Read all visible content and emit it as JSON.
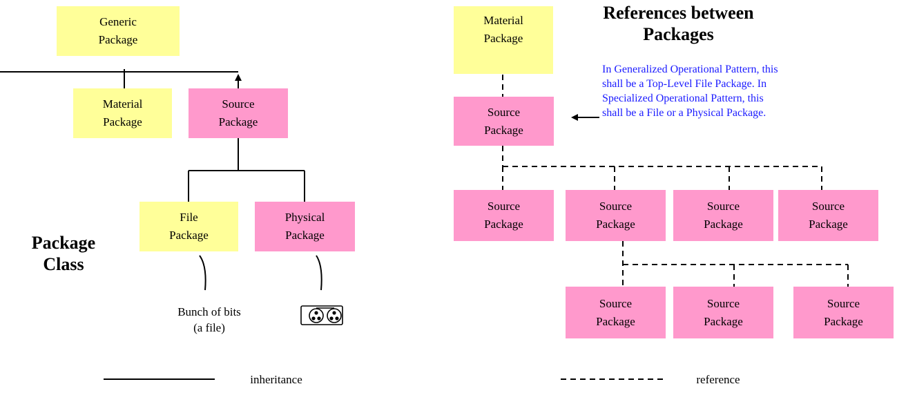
{
  "left_panel": {
    "title": "Package\nClass",
    "generic_package": "Generic\nPackage",
    "material_package": "Material\nPackage",
    "source_package": "Source\nPackage",
    "file_package": "File\nPackage",
    "physical_package": "Physical\nPackage",
    "file_caption": "Bunch of bits\n(a file)",
    "tape_icon": "tape-reel-icon"
  },
  "right_panel": {
    "title": "References between\nPackages",
    "material_package": "Material\nPackage",
    "source_package": "Source\nPackage",
    "note": "In Generalized Operational Pattern, this\nshall be a Top-Level File Package. In\nSpecialized Operational Pattern, this\nshall be a File or a Physical Package.",
    "level1": [
      "Source\nPackage",
      "Source\nPackage",
      "Source\nPackage",
      "Source\nPackage"
    ],
    "level2": [
      "Source\nPackage",
      "Source\nPackage",
      "Source\nPackage"
    ]
  },
  "legend": {
    "inheritance": "inheritance",
    "reference": "reference"
  },
  "colors": {
    "material_file": "#ffff99",
    "source_physical": "#ff99cc",
    "note_text": "#1a1aff"
  }
}
